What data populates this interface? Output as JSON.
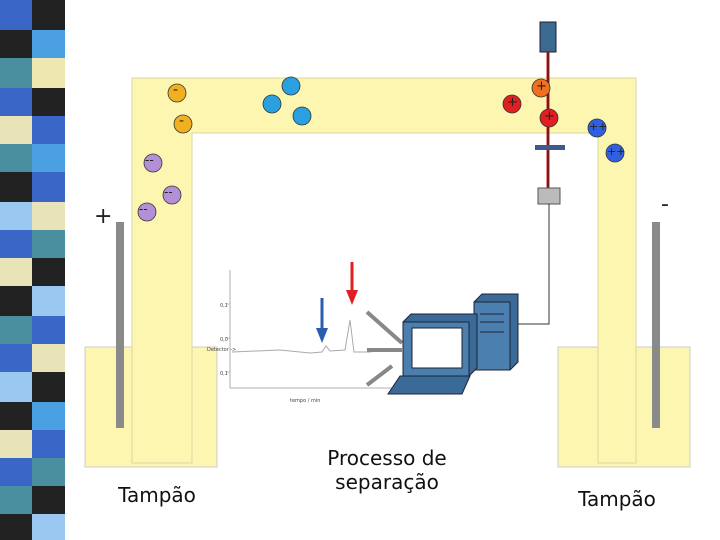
{
  "labels": {
    "buffer_left": "Tampão",
    "buffer_right": "Tampão",
    "separation_process": "Processo de\nseparação",
    "electrode_left_sign": "+",
    "electrode_right_sign": "-"
  },
  "ions": {
    "anion_single_1": "-",
    "anion_single_2": "-",
    "anion_double_1": "--",
    "anion_double_2": "--",
    "anion_double_3": "--",
    "cation_single_1": "+",
    "cation_single_2": "+",
    "cation_single_3": "+",
    "cation_double_1": "++",
    "cation_double_2": "++"
  },
  "chart_data": {
    "type": "line",
    "title": "",
    "xlabel": "tempo / min",
    "ylabel": "",
    "ytick_labels": [
      "0,1",
      "0,0",
      "0,1"
    ],
    "annotation": "Detector"
  },
  "colors": {
    "buffer": "#fcf6b0",
    "capillary": "#fcf6b0",
    "electrode": "#8a8a8a",
    "anion": "#b58fd6",
    "anion_single": "#f0b020",
    "neutral": "#2ba0e0",
    "cation": "#e02020",
    "cation_orange": "#f07020",
    "cation_double": "#3060e0",
    "arrow_red": "#e02020",
    "arrow_blue": "#2a5db0",
    "computer": "#4a7fb0"
  }
}
